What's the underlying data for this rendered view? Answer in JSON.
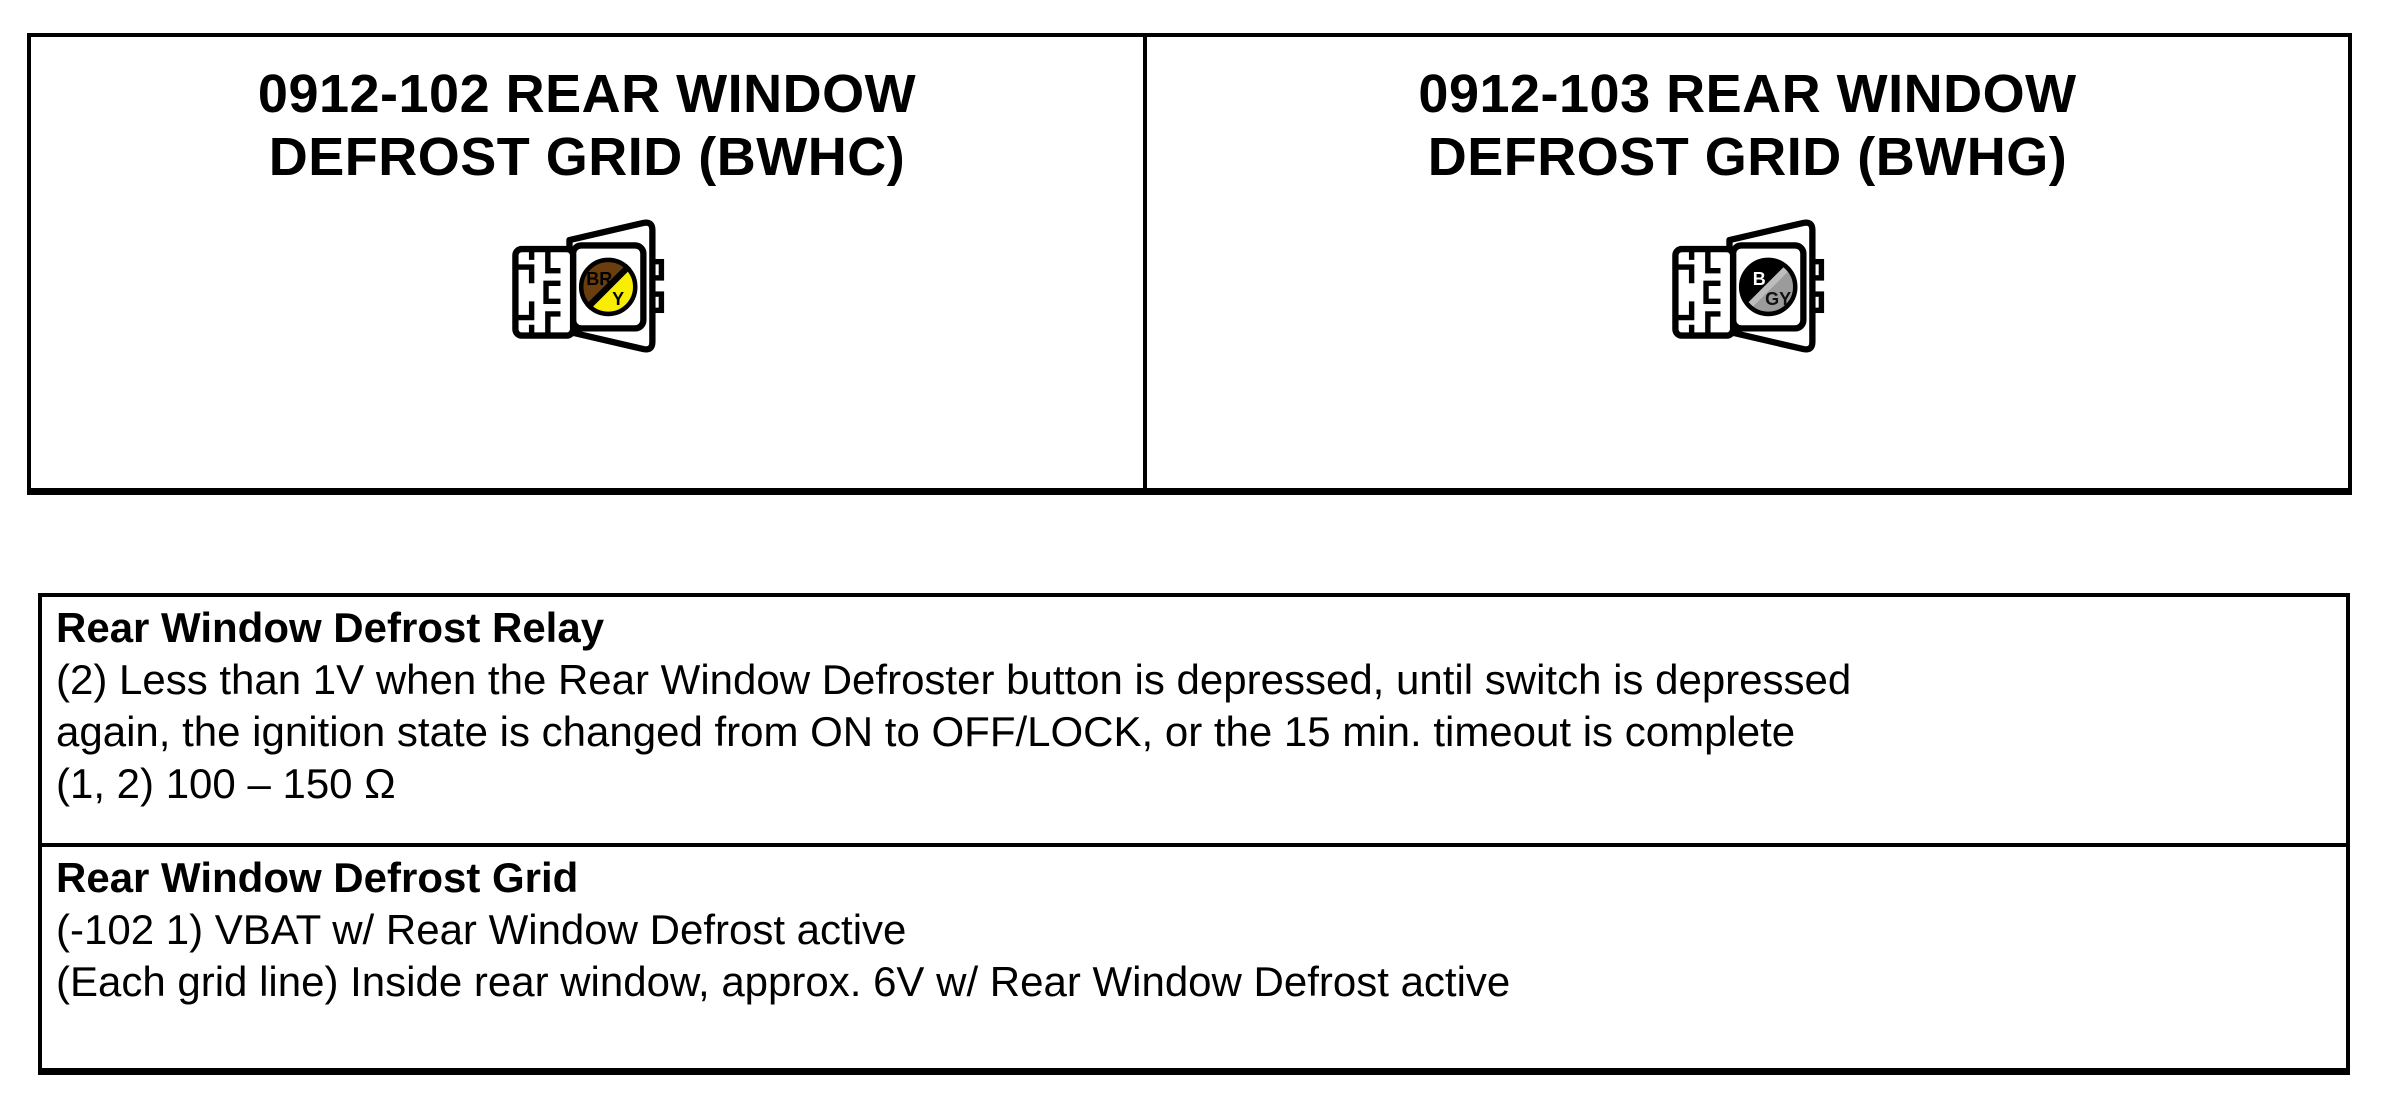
{
  "connector_panels": [
    {
      "title_line1": "0912-102 REAR WINDOW",
      "title_line2": "DEFROST GRID (BWHC)",
      "connector": {
        "icon": "connector-plug-icon",
        "wire_color_1": {
          "code": "BR",
          "hex": "#6b3e10",
          "label_hex": "#000000"
        },
        "wire_color_2": {
          "code": "Y",
          "hex": "#f9ee00",
          "label_hex": "#000000"
        },
        "divider_hex": "#000000"
      }
    },
    {
      "title_line1": "0912-103 REAR WINDOW",
      "title_line2": "DEFROST GRID (BWHG)",
      "connector": {
        "icon": "connector-plug-icon",
        "wire_color_1": {
          "code": "B",
          "hex": "#000000",
          "label_hex": "#ffffff"
        },
        "wire_color_2": {
          "code": "GY",
          "hex": "#9b9b9b",
          "label_hex": "#111111"
        },
        "divider_hex": "#bdbdbd"
      }
    }
  ],
  "notes_table": {
    "sections": [
      {
        "heading": "Rear Window Defrost Relay",
        "lines": [
          "(2) Less than 1V when the Rear Window Defroster button is depressed, until switch is depressed",
          "again, the ignition state is changed from ON to OFF/LOCK, or the 15 min. timeout is complete",
          "(1, 2) 100 – 150 Ω"
        ]
      },
      {
        "heading": "Rear Window Defrost Grid",
        "lines": [
          "(-102 1) VBAT w/ Rear Window Defrost active",
          "(Each grid line) Inside rear window, approx. 6V w/ Rear Window Defrost active"
        ]
      }
    ]
  }
}
